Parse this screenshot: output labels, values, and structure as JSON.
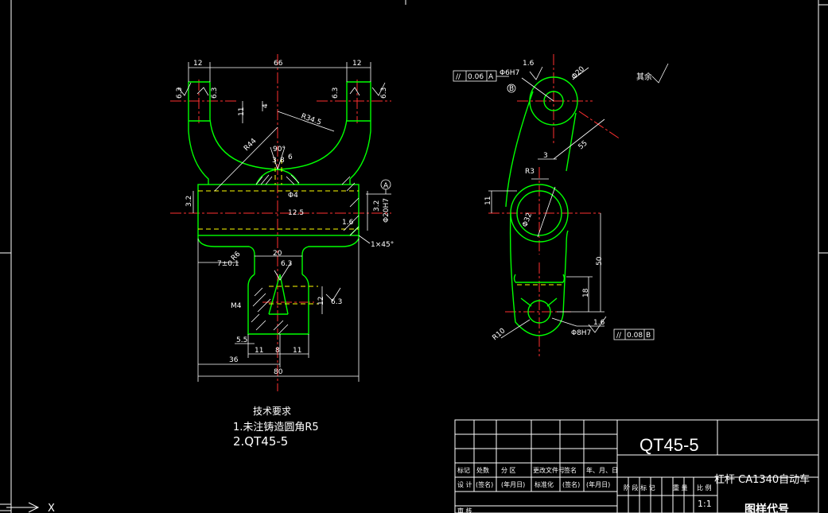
{
  "colors": {
    "background": "#000000",
    "outline": "#00ff00",
    "centerline": "#ff3030",
    "dimension": "#ffffff",
    "hidden": "#ffff00",
    "border": "#ffffff"
  },
  "front_view": {
    "dims": {
      "top_left_12": "12",
      "top_total_66": "66",
      "top_right_12": "12",
      "rough_left_outer": "6.3",
      "rough_left_inner": "6.3",
      "rough_right_inner": "6.3",
      "rough_right_outer": "6.3",
      "d11": "11",
      "d4": "4",
      "r345": "R34.5",
      "r44": "R44",
      "angle90": "90°",
      "small_3": "3",
      "small_8": "8",
      "small_6": "6",
      "d_phi4": "Φ4",
      "d_125": "12.5",
      "d32_left": "3.2",
      "d16": "1.6",
      "d32_right": "3.2",
      "bore": "Φ20H7",
      "datum_a": "A",
      "chamfer": "1×45°",
      "d7": "7±0.1",
      "r6": "R6",
      "d20": "20",
      "rough_63_mid": "6.3",
      "d12": "12",
      "rough_63_right": "6.3",
      "m4": "M4",
      "d55": "5.5",
      "d11a": "11",
      "d8": "8",
      "d11b": "11",
      "d36": "36",
      "d80": "80"
    }
  },
  "side_view": {
    "dims": {
      "tol_box_top_sym": "//",
      "tol_box_top_val": "0.06",
      "tol_box_top_ref": "A",
      "phi6h7": "Φ6H7",
      "rough_16_top": "1.6",
      "phi20": "Φ20",
      "circ_b": "B",
      "d3": "3",
      "d55": "55",
      "r3": "R3",
      "d11": "11",
      "phi32": "Φ32",
      "d50": "50",
      "d18": "18",
      "r10": "R10",
      "phi8h7": "Φ8H7",
      "rough_16_bot": "1.6",
      "tol_box_bot_sym": "//",
      "tol_box_bot_val": "0.08",
      "tol_box_bot_ref": "B"
    },
    "other_note": "其余"
  },
  "tech_req": {
    "title": "技术要求",
    "line1": "1.未注铸造圆角R5",
    "line2": "2.QT45-5"
  },
  "title_block": {
    "material": "QT45-5",
    "part_name": "杠杆 CA1340自动车",
    "company": "图样代号",
    "row_headers": [
      "标记",
      "处数",
      "分 区",
      "更改文件号",
      "签名",
      "年、月、日"
    ],
    "row_design": [
      "设 计",
      "(签名)",
      "(年月日)",
      "标准化",
      "(签名)",
      "(年月日)"
    ],
    "stage_labels": [
      "阶 段 标 记",
      "重 量",
      "比 例"
    ],
    "scale": "1:1",
    "review": "审 核"
  },
  "ucs": {
    "x": "X"
  }
}
